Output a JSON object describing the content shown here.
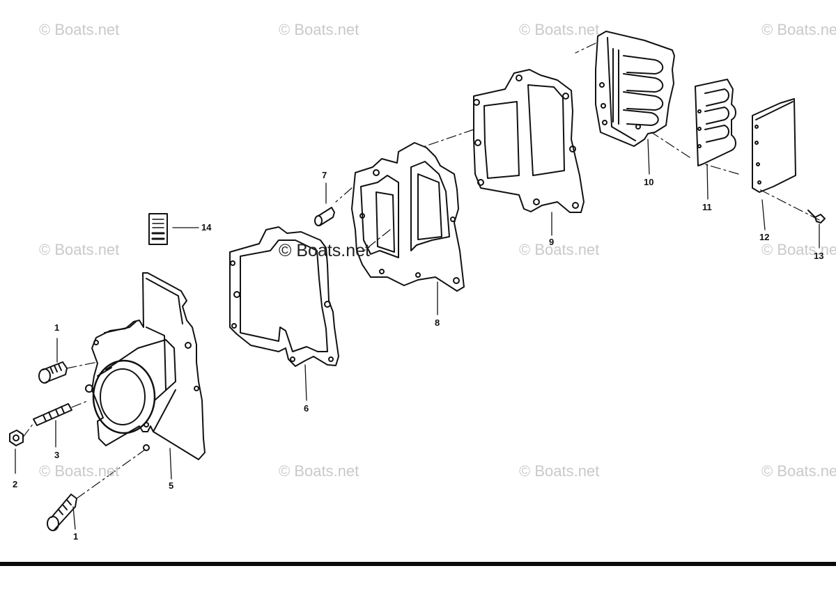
{
  "watermark": {
    "text": "© Boats.net",
    "center_text": "© Boats.net"
  },
  "callouts": {
    "c1a": "1",
    "c1b": "1",
    "c2": "2",
    "c3": "3",
    "c5": "5",
    "c6": "6",
    "c7": "7",
    "c8": "8",
    "c9": "9",
    "c10": "10",
    "c11": "11",
    "c12": "12",
    "c13": "13",
    "c14": "14"
  },
  "colors": {
    "line": "#111111",
    "watermark": "#c9c9c9"
  }
}
